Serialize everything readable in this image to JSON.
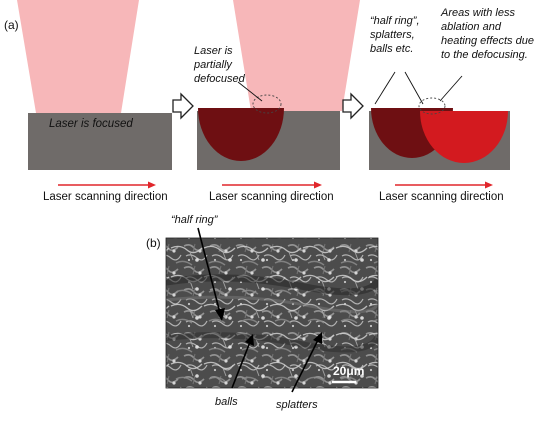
{
  "panel_a": {
    "letter": "(a)",
    "stage1": {
      "label": "Laser is focused",
      "direction": "Laser scanning direction"
    },
    "stage2": {
      "label_lines": [
        "Laser is",
        "partially",
        "defocused"
      ],
      "direction": "Laser scanning direction"
    },
    "stage3": {
      "left_note_lines": [
        "“half ring”,",
        "splatters,",
        "balls etc."
      ],
      "right_note_lines": [
        "Areas with less",
        "ablation and",
        "heating effects due",
        "to the defocusing."
      ],
      "direction": "Laser scanning direction"
    }
  },
  "panel_b": {
    "letter": "(b)",
    "label_half_ring": "“half ring”",
    "label_balls": "balls",
    "label_splatters": "splatters",
    "scale_bar": "20μm"
  },
  "colors": {
    "laser_beam": "#f7b7b9",
    "substrate": "#6f6b69",
    "crater_dark": "#6e0f12",
    "crater_bright": "#d31a1f",
    "arrow_red": "#e1262b",
    "sem_background": "#4a4a4a"
  }
}
